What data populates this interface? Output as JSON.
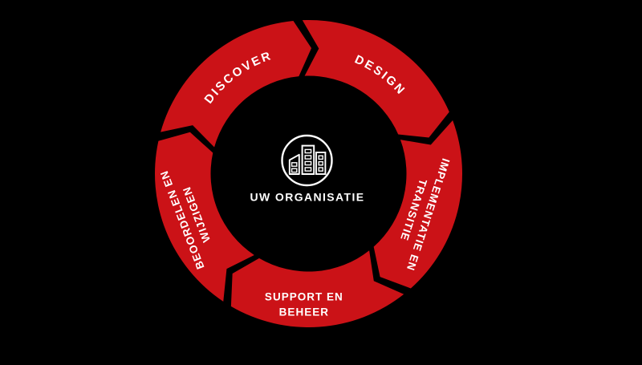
{
  "background": "#000000",
  "colors": {
    "segment": "#CB1217",
    "label_text": "#FFFFFF",
    "center_text": "#FFFFFF",
    "icon_stroke": "#FFFFFF"
  },
  "diagram": {
    "type": "process-cycle",
    "flow": "clockwise",
    "segment_count": 5
  },
  "center": {
    "icon": "buildings-icon",
    "label": "UW ORGANISATIE"
  },
  "segments": [
    {
      "id": "design",
      "label": "DESIGN",
      "lines": [
        "DESIGN"
      ],
      "text_style": "curved"
    },
    {
      "id": "implementatie-en-transitie",
      "label": "IMPLEMENTATIE EN TRANSITIE",
      "lines": [
        "IMPLEMENTATIE EN",
        "TRANSITIE"
      ],
      "text_style": "rotated"
    },
    {
      "id": "support-en-beheer",
      "label": "SUPPORT EN BEHEER",
      "lines": [
        "SUPPORT EN",
        "BEHEER"
      ],
      "text_style": "horizontal"
    },
    {
      "id": "beoordelen-en-wijzigen",
      "label": "BEOORDELEN EN WIJZIGEN",
      "lines": [
        "BEOORDELEN EN",
        "WIJZIGEN"
      ],
      "text_style": "rotated"
    },
    {
      "id": "discover",
      "label": "DISCOVER",
      "lines": [
        "DISCOVER"
      ],
      "text_style": "curved"
    }
  ]
}
